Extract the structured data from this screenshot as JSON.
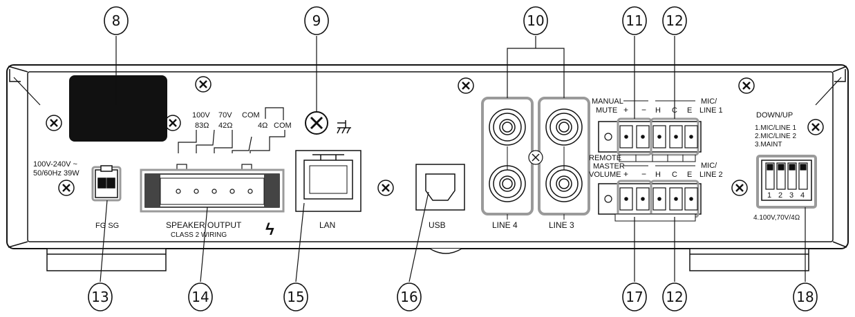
{
  "callouts": [
    "8",
    "9",
    "10",
    "11",
    "12",
    "13",
    "14",
    "15",
    "16",
    "17",
    "12",
    "18"
  ],
  "power": {
    "rating_line1": "100V-240V ~",
    "rating_line2": "50/60Hz 39W",
    "terminal_label": "FG SG"
  },
  "speaker": {
    "tap_100v": "100V",
    "tap_100v_ohm": "83Ω",
    "tap_70v": "70V",
    "tap_70v_ohm": "42Ω",
    "com_1": "COM",
    "tap_4ohm": "4Ω",
    "com_2": "COM",
    "title": "SPEAKER OUTPUT",
    "subtitle": "CLASS 2 WIRING",
    "warning_symbol": "ϟ"
  },
  "lan": {
    "label": "LAN"
  },
  "usb": {
    "label": "USB"
  },
  "line_inputs": {
    "line4": "LINE 4",
    "line3": "LINE 3"
  },
  "terminals_top": {
    "manual_mute": "MANUAL",
    "manual_mute_2": "MUTE",
    "plus": "+",
    "minus": "−",
    "h": "H",
    "c": "C",
    "e": "E",
    "mic_line": "MIC/",
    "mic_line_2": "LINE 1"
  },
  "terminals_bottom": {
    "remote_1": "REMOTE",
    "remote_2": "MASTER",
    "remote_3": "VOLUME",
    "plus": "+",
    "minus": "−",
    "h": "H",
    "c": "C",
    "e": "E",
    "mic_line": "MIC/",
    "mic_line_2": "LINE 2"
  },
  "dip": {
    "title": "DOWN/UP",
    "opt1": "1.MIC/LINE 1",
    "opt2": "2.MIC/LINE 2",
    "opt3": "3.MAINT",
    "nums": [
      "1",
      "2",
      "3",
      "4"
    ],
    "opt4": "4.100V,70V/4Ω"
  },
  "colors": {
    "outline": "#111111",
    "highlight": "#9a9a9a",
    "panel": "#ffffff"
  }
}
